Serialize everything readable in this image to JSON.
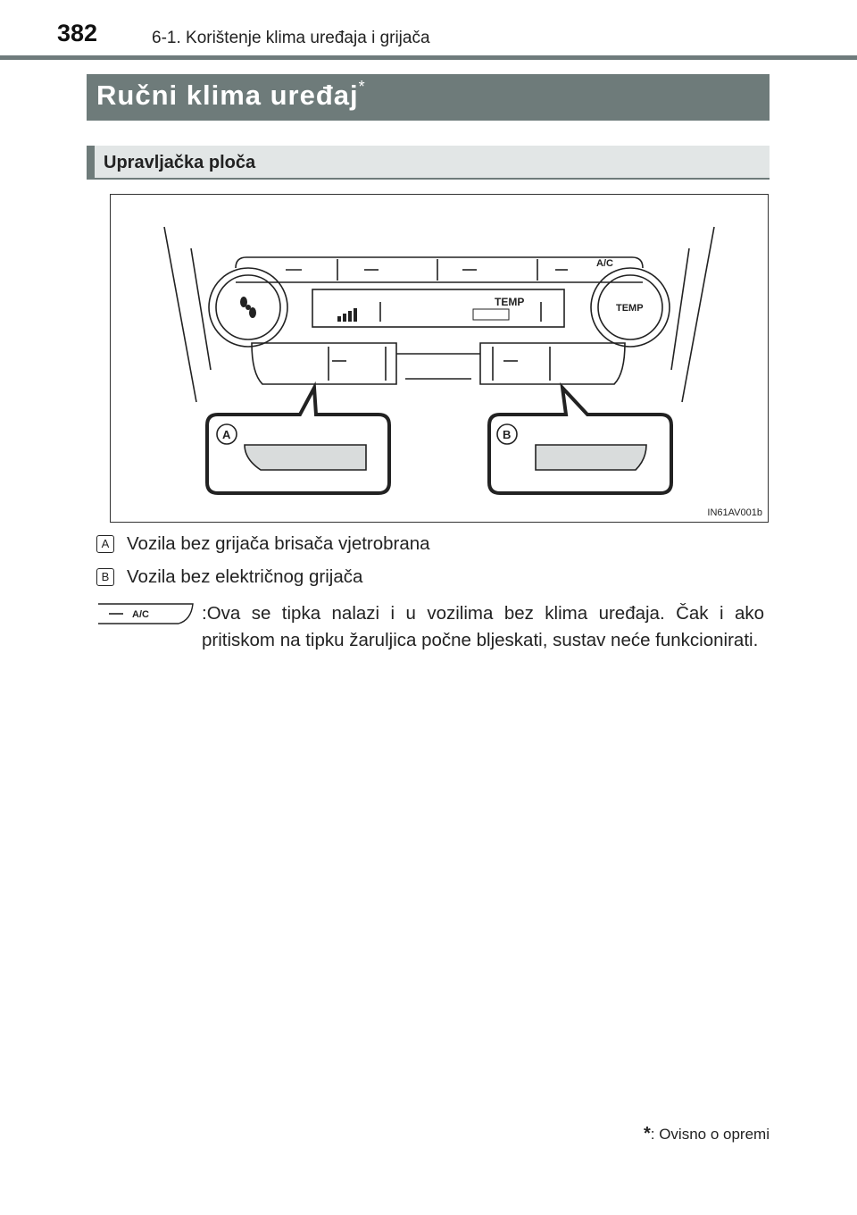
{
  "header": {
    "page_number": "382",
    "chapter": "6-1. Korištenje klima uređaja i grijača"
  },
  "section": {
    "title": "Ručni klima uređaj",
    "title_marker": "*"
  },
  "subsection": {
    "title": "Upravljačka ploča"
  },
  "figure": {
    "code": "IN61AV001b",
    "display_label": "TEMP",
    "knob_label": "TEMP",
    "ac_label": "A/C",
    "callout_a": "A",
    "callout_b": "B"
  },
  "legend": [
    {
      "badge": "A",
      "text": "Vozila bez grijača brisača vjetrobrana"
    },
    {
      "badge": "B",
      "text": "Vozila bez električnog grijača"
    }
  ],
  "note": {
    "icon_label": "A/C",
    "text": ":Ova se tipka nalazi i u vozilima bez klima uređaja. Čak i ako pritiskom na tipku žaruljica počne bljeskati, sustav neće funkcionirati."
  },
  "footnote": {
    "marker": "*",
    "text": ": Ovisno o opremi"
  }
}
